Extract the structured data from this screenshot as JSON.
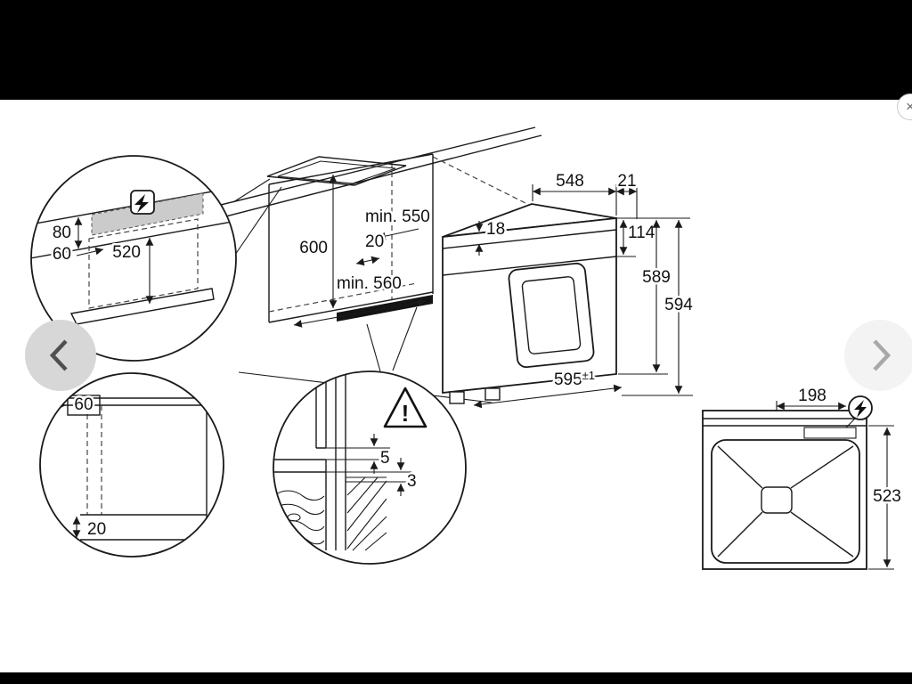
{
  "viewer": {
    "close_glyph": "×"
  },
  "dimensions": {
    "worktop_detail": {
      "height_80": "80",
      "offset_60": "60",
      "depth_520": "520"
    },
    "niche": {
      "height_600": "600",
      "depth_min": "min. 550",
      "gap_20": "20",
      "width_min": "min. 560"
    },
    "oven": {
      "depth_548": "548",
      "offset_21": "21",
      "edge_18": "18",
      "panel_114": "114",
      "height_589": "589",
      "height_594": "594",
      "width_595": "595",
      "tolerance": "±1"
    },
    "corner_detail": {
      "offset_60": "60",
      "gap_20": "20"
    },
    "plinth_detail": {
      "gap_5": "5",
      "gap_3": "3",
      "warning_mark": "!"
    },
    "rear_view": {
      "width_198": "198",
      "height_523": "523"
    }
  }
}
